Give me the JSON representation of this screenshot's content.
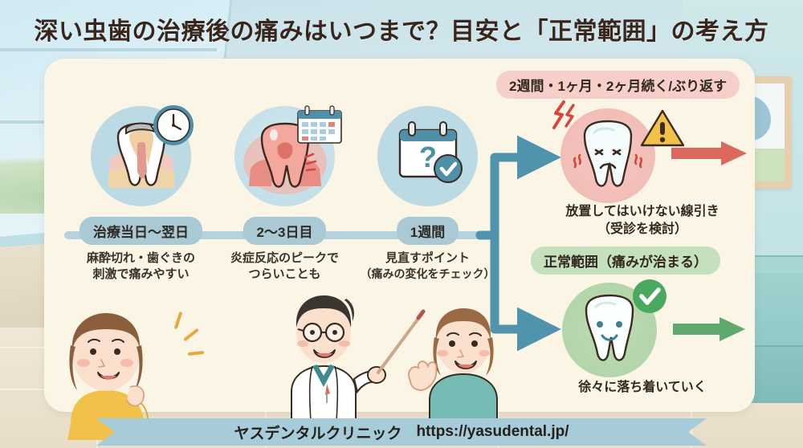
{
  "header": {
    "title": "深い虫歯の治療後の痛みはいつまで？目安と「正常範囲」の考え方"
  },
  "timeline": {
    "nodes": [
      {
        "icon": "tooth-cross-section-with-clock-icon",
        "pill": "治療当日〜翌日",
        "desc_line1": "麻酔切れ・歯ぐきの",
        "desc_line2": "刺激で痛みやすい"
      },
      {
        "icon": "inflamed-tooth-with-calendar-icon",
        "pill": "2〜3日目",
        "desc_line1": "炎症反応のピークで",
        "desc_line2": "つらいことも"
      },
      {
        "icon": "calendar-question-check-icon",
        "pill": "1週間",
        "desc_line1": "見直すポイント",
        "desc_line2": "（痛みの変化をチェック）"
      }
    ]
  },
  "branches": {
    "warning": {
      "badge": "2週間・1ヶ月・2ヶ月続く/ぶり返す",
      "icon": "painful-tooth-icon",
      "alert_icon": "warning-triangle-icon",
      "arrow_icon": "red-arrow-right-icon",
      "text_line1": "放置してはいけない線引き",
      "text_line2": "（受診を検討）"
    },
    "normal": {
      "badge": "正常範囲（痛みが治まる）",
      "icon": "happy-tooth-icon",
      "check_icon": "green-check-circle-icon",
      "arrow_icon": "green-arrow-right-icon",
      "text_line1": "徐々に落ち着いていく"
    }
  },
  "footer": {
    "clinic_name": "ヤスデンタルクリニック",
    "url": "https://yasudental.jp/"
  },
  "illustrations": {
    "patient_left": "woman-touching-cheek-illustration",
    "dentist": "dentist-with-pointer-illustration",
    "patient_right": "woman-listening-illustration"
  },
  "colors": {
    "page_bg": "#cfe4ea",
    "card_bg": "#fbf5e6",
    "accent_blue": "#4f93ad",
    "pill_blue": "#a9c9d5",
    "badge_pink": "#f7cfc9",
    "badge_green": "#c4e0bd",
    "arrow_red": "#d9695c",
    "arrow_green": "#5fa86e",
    "title_text": "#38251b",
    "ribbon_bg": "#a7ccd9"
  }
}
